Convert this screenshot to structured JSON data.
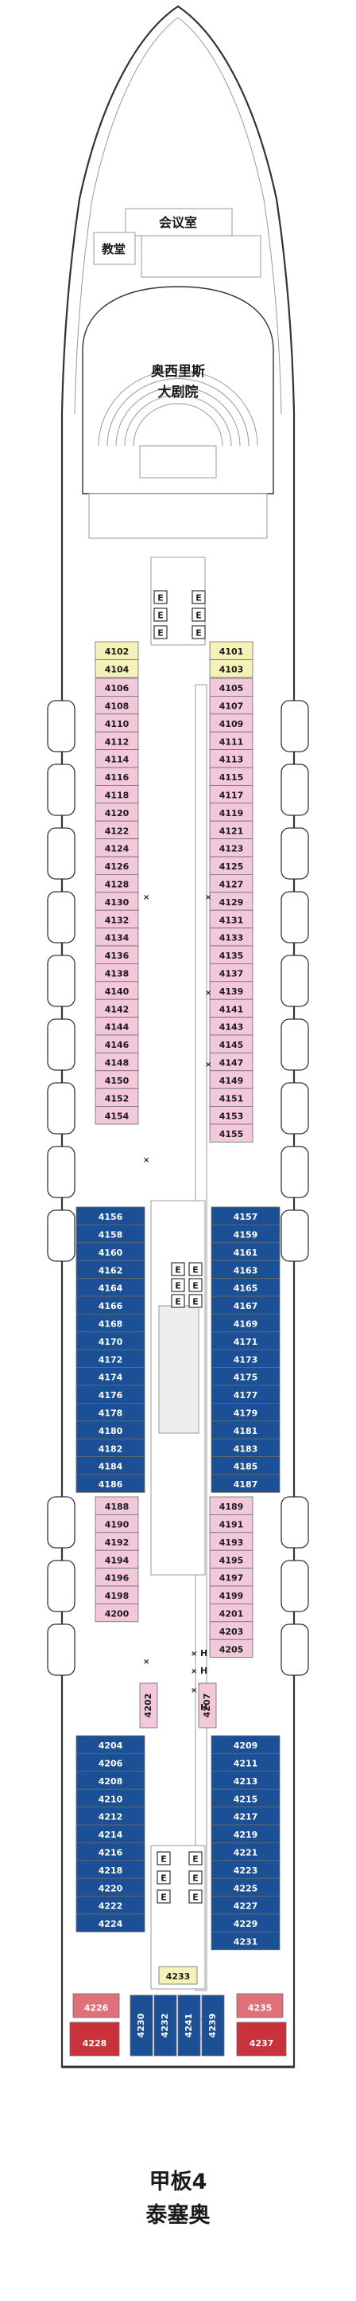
{
  "deck": {
    "title": "甲板4",
    "name": "泰塞奥"
  },
  "areas": {
    "meeting_room": "会议室",
    "chapel": "教堂",
    "theatre_line1": "奥西里斯",
    "theatre_line2": "大剧院"
  },
  "colors": {
    "inside": "#f3c8db",
    "balcony": "#1b4f96",
    "suite": "#c9323b",
    "suite_light": "#e0707a",
    "special": "#f6f1b6",
    "hull": "#333333",
    "interior_line": "#9a9a9a"
  },
  "icons": {
    "elevator": "E",
    "accessible": "H",
    "connecting": "×"
  },
  "cabins": {
    "left_inside_a": [
      "4106",
      "4108",
      "4110",
      "4112",
      "4114",
      "4116",
      "4118",
      "4120",
      "4122",
      "4124",
      "4126",
      "4128",
      "4130",
      "4132",
      "4134",
      "4136",
      "4138",
      "4140",
      "4142",
      "4144",
      "4146",
      "4148",
      "4150",
      "4152",
      "4154"
    ],
    "right_inside_a": [
      "4105",
      "4107",
      "4109",
      "4111",
      "4113",
      "4115",
      "4117",
      "4119",
      "4121",
      "4123",
      "4125",
      "4127",
      "4129",
      "4131",
      "4133",
      "4135",
      "4137",
      "4139",
      "4141",
      "4143",
      "4145",
      "4147",
      "4149",
      "4151",
      "4153",
      "4155"
    ],
    "left_special_a": [
      "4102",
      "4104"
    ],
    "right_special_a": [
      "4101",
      "4103"
    ],
    "left_balcony_a": [
      "4156",
      "4158",
      "4160",
      "4162",
      "4164",
      "4166",
      "4168",
      "4170",
      "4172",
      "4174",
      "4176",
      "4178",
      "4180",
      "4182",
      "4184",
      "4186"
    ],
    "right_balcony_a": [
      "4157",
      "4159",
      "4161",
      "4163",
      "4165",
      "4167",
      "4169",
      "4171",
      "4173",
      "4175",
      "4177",
      "4179",
      "4181",
      "4183",
      "4185",
      "4187"
    ],
    "left_inside_b": [
      "4188",
      "4190",
      "4192",
      "4194",
      "4196",
      "4198",
      "4200"
    ],
    "right_inside_b": [
      "4189",
      "4191",
      "4193",
      "4195",
      "4197",
      "4199",
      "4201",
      "4203",
      "4205"
    ],
    "left_vertical": "4202",
    "right_vertical": "4207",
    "left_balcony_b": [
      "4204",
      "4206",
      "4208",
      "4210",
      "4212",
      "4214",
      "4216",
      "4218",
      "4220",
      "4222",
      "4224"
    ],
    "right_balcony_b": [
      "4209",
      "4211",
      "4213",
      "4215",
      "4217",
      "4219",
      "4221",
      "4223",
      "4225",
      "4227",
      "4229",
      "4231"
    ],
    "center_special": "4233",
    "stern_suites": [
      "4226",
      "4228",
      "4235",
      "4237"
    ],
    "stern_verticals": [
      "4230",
      "4232",
      "4241",
      "4239"
    ]
  }
}
